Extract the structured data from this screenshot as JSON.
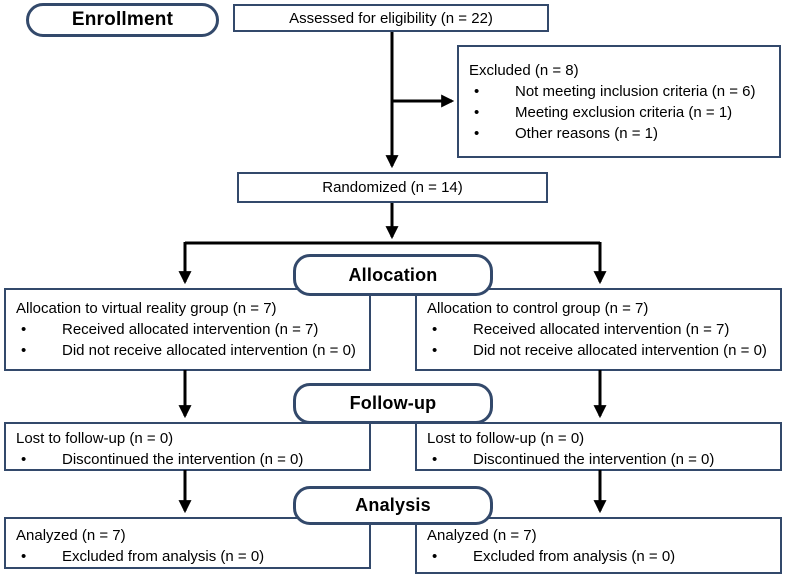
{
  "diagram": {
    "stage_labels": {
      "enrollment": "Enrollment",
      "allocation": "Allocation",
      "followup": "Follow-up",
      "analysis": "Analysis"
    },
    "assessed": {
      "text": "Assessed for eligibility (n = 22)"
    },
    "excluded": {
      "title": "Excluded (n = 8)",
      "bullets": [
        "Not meeting inclusion criteria (n = 6)",
        "Meeting exclusion criteria (n = 1)",
        "Other reasons (n = 1)"
      ]
    },
    "randomized": {
      "text": "Randomized (n = 14)"
    },
    "allocation_left": {
      "title": "Allocation to virtual reality group (n = 7)",
      "bullets": [
        "Received allocated intervention (n = 7)",
        "Did not receive allocated intervention (n = 0)"
      ]
    },
    "allocation_right": {
      "title": "Allocation to control group (n = 7)",
      "bullets": [
        "Received allocated intervention (n = 7)",
        "Did not receive allocated intervention (n = 0)"
      ]
    },
    "followup_left": {
      "title": "Lost to follow-up (n = 0)",
      "bullets": [
        "Discontinued the intervention (n = 0)"
      ]
    },
    "followup_right": {
      "title": "Lost to follow-up (n = 0)",
      "bullets": [
        "Discontinued the intervention (n = 0)"
      ]
    },
    "analysis_left": {
      "title": "Analyzed (n = 7)",
      "bullets": [
        "Excluded from analysis (n = 0)"
      ]
    },
    "analysis_right": {
      "title": "Analyzed (n = 7)",
      "bullets": [
        "Excluded from analysis (n = 0)"
      ]
    },
    "colors": {
      "box_border": "#33496B",
      "arrow": "#000000",
      "background": "#FFFFFF",
      "text": "#000000"
    }
  }
}
